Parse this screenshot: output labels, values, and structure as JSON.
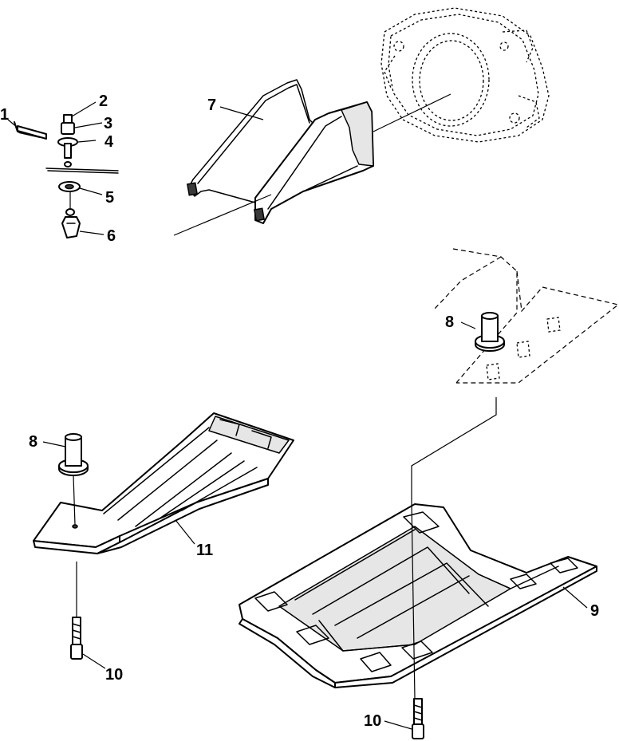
{
  "callouts": {
    "c1": "1",
    "c2": "2",
    "c3": "3",
    "c4": "4",
    "c5": "5",
    "c6": "6",
    "c7": "7",
    "c8a": "8",
    "c8b": "8",
    "c9": "9",
    "c10a": "10",
    "c10b": "10",
    "c11": "11"
  },
  "colors": {
    "ink": "#000000",
    "paper": "#ffffff"
  }
}
